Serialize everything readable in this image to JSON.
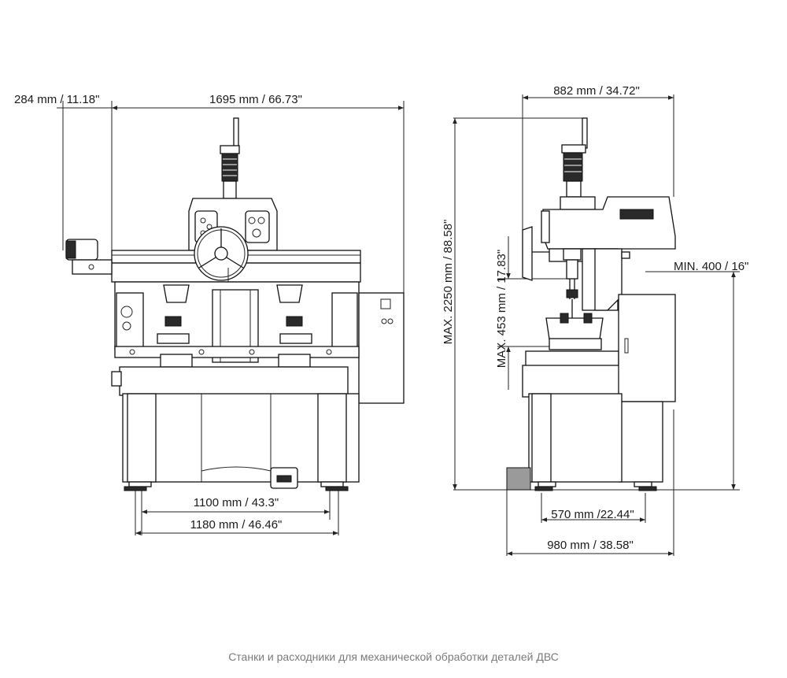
{
  "front_view": {
    "dim_overhang": "284 mm / 11.18\"",
    "dim_width": "1695 mm / 66.73\"",
    "dim_feet_inner": "1100 mm / 43.3\"",
    "dim_feet_outer": "1180 mm / 46.46\""
  },
  "side_view": {
    "dim_depth_top": "882 mm / 34.72\"",
    "dim_height_max": "MAX. 2250 mm / 88.58\"",
    "dim_stroke_max": "MAX. 453 mm / 17.83\"",
    "dim_min_table": "MIN. 400 / 16\"",
    "dim_feet_depth": "570 mm /22.44\"",
    "dim_depth_total": "980 mm / 38.58\""
  },
  "caption": "Станки и расходники для механической обработки деталей ДВС"
}
